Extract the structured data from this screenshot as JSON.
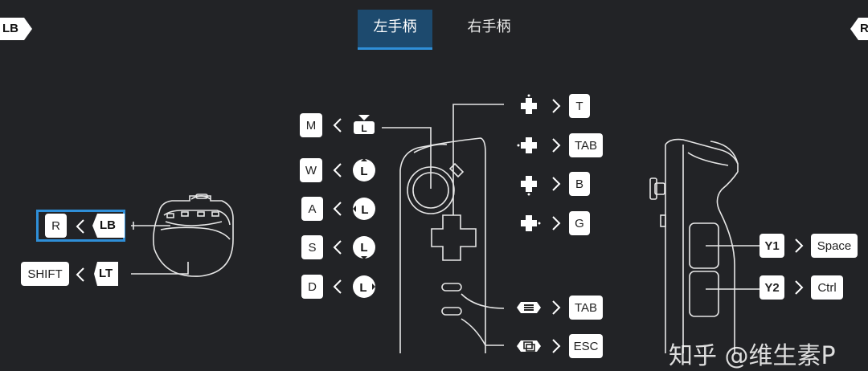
{
  "tabs": [
    {
      "label": "左手柄",
      "active": true
    },
    {
      "label": "右手柄",
      "active": false
    }
  ],
  "corners": {
    "left": "LB",
    "right": "R"
  },
  "left_shoulder": {
    "rows": [
      {
        "key": "R",
        "source": "LB",
        "selected": true
      },
      {
        "key": "SHIFT",
        "source": "LT",
        "selected": false
      }
    ]
  },
  "stick": {
    "rows": [
      {
        "key": "M",
        "source": "stick-press"
      },
      {
        "key": "W",
        "source": "stick-up"
      },
      {
        "key": "A",
        "source": "stick-left"
      },
      {
        "key": "S",
        "source": "stick-down"
      },
      {
        "key": "D",
        "source": "stick-right"
      }
    ]
  },
  "dpad": {
    "rows": [
      {
        "key": "T",
        "source": "dpad-up"
      },
      {
        "key": "TAB",
        "source": "dpad-left"
      },
      {
        "key": "B",
        "source": "dpad-down"
      },
      {
        "key": "G",
        "source": "dpad-right"
      },
      {
        "key": "TAB",
        "source": "menu-button"
      },
      {
        "key": "ESC",
        "source": "view-button"
      }
    ]
  },
  "back": {
    "rows": [
      {
        "button": "Y1",
        "key": "Space"
      },
      {
        "button": "Y2",
        "key": "Ctrl"
      }
    ]
  },
  "glyph": {
    "lb": "LB",
    "lt": "LT",
    "l": "L"
  },
  "watermark": "知乎 @维生素P",
  "colors": {
    "background": "#222326",
    "accent": "#2f8fd8",
    "tab_active": "#1d4a6e"
  }
}
